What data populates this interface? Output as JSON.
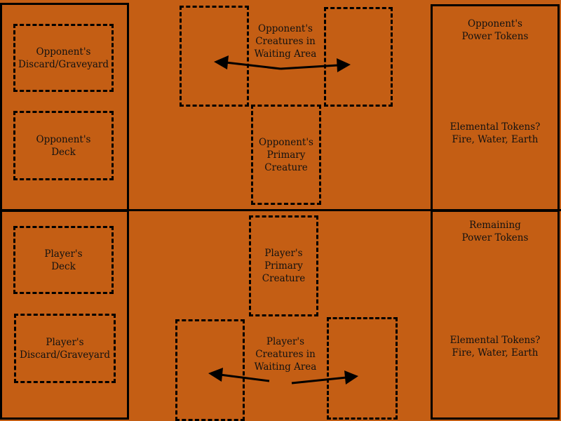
{
  "colors": {
    "background": "#C45E14",
    "ink": "#000000"
  },
  "opponent": {
    "discard": {
      "line1": "Opponent's",
      "line2": "Discard/Graveyard"
    },
    "deck": {
      "line1": "Opponent's",
      "line2": "Deck"
    },
    "waiting": {
      "line1": "Opponent's",
      "line2": "Creatures in",
      "line3": "Waiting Area"
    },
    "primary": {
      "line1": "Opponent's",
      "line2": "Primary",
      "line3": "Creature"
    },
    "power_tokens": {
      "line1": "Opponent's",
      "line2": "Power Tokens"
    },
    "elemental": {
      "line1": "Elemental Tokens?",
      "line2": "Fire, Water, Earth"
    }
  },
  "player": {
    "deck": {
      "line1": "Player's",
      "line2": "Deck"
    },
    "discard": {
      "line1": "Player's",
      "line2": "Discard/Graveyard"
    },
    "primary": {
      "line1": "Player's",
      "line2": "Primary",
      "line3": "Creature"
    },
    "waiting": {
      "line1": "Player's",
      "line2": "Creatures in",
      "line3": "Waiting Area"
    },
    "power_tokens": {
      "line1": "Remaining",
      "line2": "Power Tokens"
    },
    "elemental": {
      "line1": "Elemental Tokens?",
      "line2": "Fire, Water, Earth"
    }
  }
}
